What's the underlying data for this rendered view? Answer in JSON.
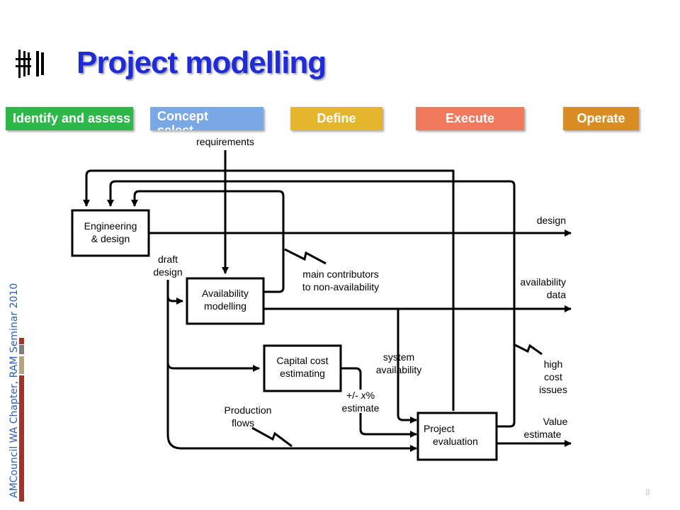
{
  "slide": {
    "title": "Project modelling",
    "sidebar_text": "AMCouncil WA Chapter, RAM Seminar 2010",
    "page_number": "8"
  },
  "phases": [
    {
      "label": "Identify and assess",
      "color": "#2eb84a"
    },
    {
      "label": "Concept select",
      "color": "#79a8e6"
    },
    {
      "label": "Define",
      "color": "#e3b62b"
    },
    {
      "label": "Execute",
      "color": "#f17a5e"
    },
    {
      "label": "Operate",
      "color": "#d98d22"
    }
  ],
  "diagram": {
    "boxes": {
      "engineering": [
        "Engineering",
        "& design"
      ],
      "availability": [
        "Availability",
        "modelling"
      ],
      "capital": [
        "Capital cost",
        "estimating"
      ],
      "evaluation": [
        "Project",
        "evaluation"
      ]
    },
    "labels": {
      "requirements": "requirements",
      "draft_design": [
        "draft",
        "design"
      ],
      "design": "design",
      "main_contributors": [
        "main contributors",
        "to non-availability"
      ],
      "availability_data": [
        "availability",
        "data"
      ],
      "system_availability": [
        "system",
        "availability"
      ],
      "high_cost_issues": [
        "high",
        "cost",
        "issues"
      ],
      "estimate_prefix": "+/- ",
      "estimate_x": "x",
      "estimate_suffix": "%",
      "estimate_word": "estimate",
      "production_flows": [
        "Production",
        "flows"
      ],
      "value_estimate": [
        "Value",
        "estimate"
      ]
    }
  }
}
